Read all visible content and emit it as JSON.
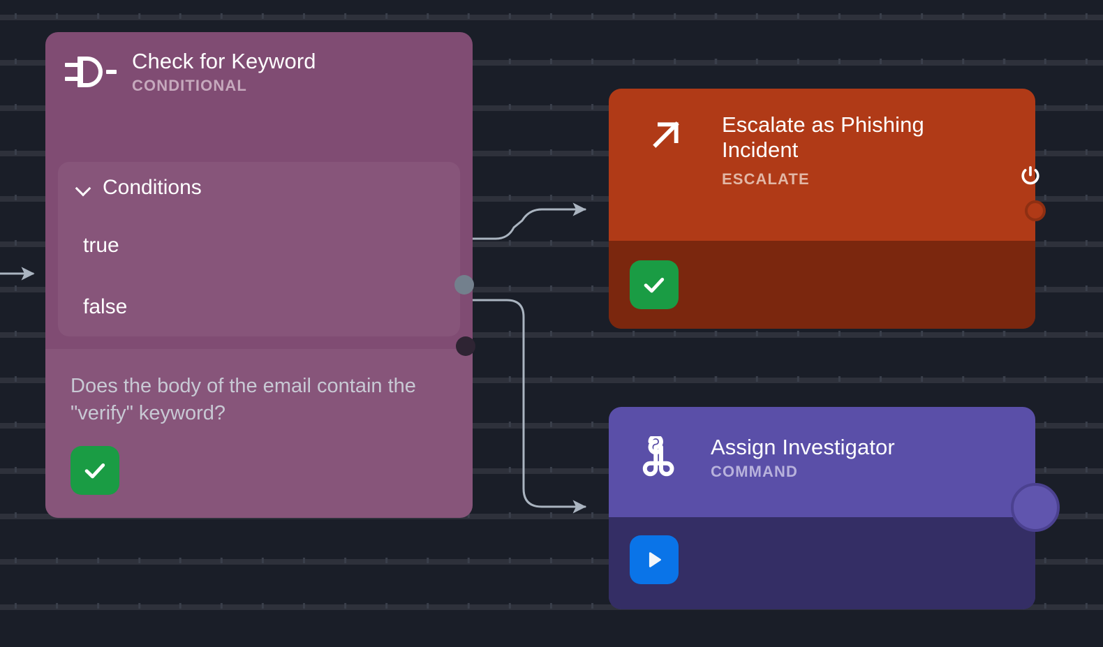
{
  "canvas": {
    "background_color": "#1a1e28",
    "grid_dot_color": "#3a3f4b"
  },
  "nodes": [
    {
      "id": "check-for-keyword",
      "title": "Check for Keyword",
      "subtitle": "CONDITIONAL",
      "icon": "logic-gate-icon",
      "color": "#804c73",
      "panel": {
        "label": "Conditions",
        "collapse_icon": "chevron-down-icon",
        "rows": [
          {
            "label": "true",
            "handle_color": "#73808d"
          },
          {
            "label": "false",
            "handle_color": "#2e2433"
          }
        ]
      },
      "description": "Does the body of the email contain the \"verify\" keyword?",
      "status_badge": {
        "icon": "check-icon",
        "color": "#1a9c44"
      }
    },
    {
      "id": "escalate-as-phishing-incident",
      "title": "Escalate as Phishing Incident",
      "subtitle": "ESCALATE",
      "icon": "arrow-up-right-icon",
      "color": "#b03a17",
      "side_icon": "power-icon",
      "output_handle_color": "#b03a17",
      "status_badge": {
        "icon": "check-icon",
        "color": "#1a9c44"
      }
    },
    {
      "id": "assign-investigator",
      "title": "Assign Investigator",
      "subtitle": "COMMAND",
      "icon": "command-icon",
      "color": "#5a4fa8",
      "output_handle_color": "#6055ae",
      "status_badge": {
        "icon": "play-icon",
        "color": "#0a74e8"
      }
    }
  ],
  "edges": [
    {
      "id": "edge-input",
      "from": "canvas-left",
      "to": "check-for-keyword",
      "label": ""
    },
    {
      "id": "edge-true",
      "from": "check-for-keyword.true",
      "to": "escalate-as-phishing-incident",
      "label": ""
    },
    {
      "id": "edge-false",
      "from": "check-for-keyword.false",
      "to": "assign-investigator",
      "label": ""
    }
  ],
  "edge_style": {
    "stroke": "#aab4c0",
    "width": 3,
    "arrowhead": "triangle"
  }
}
